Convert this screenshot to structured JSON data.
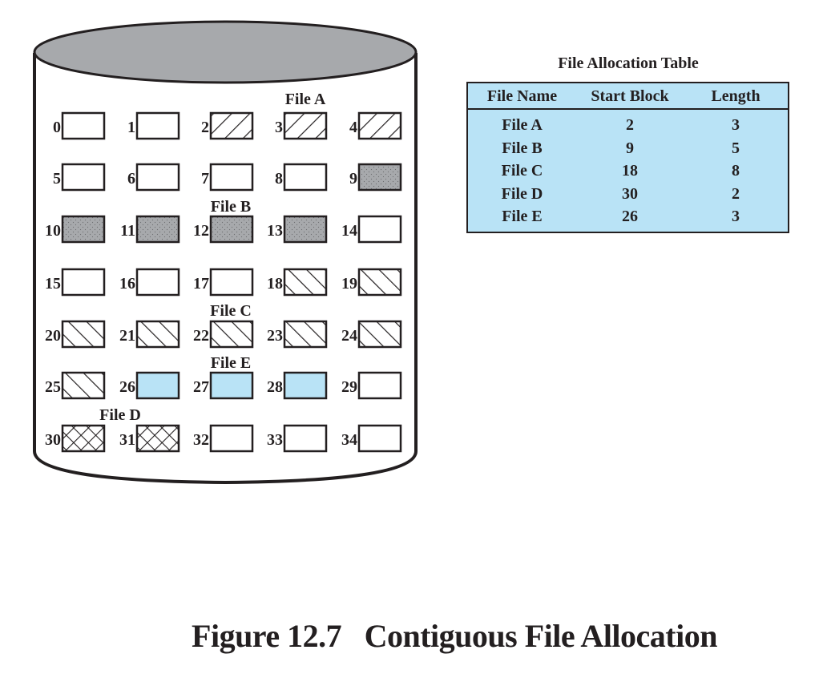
{
  "caption": "Figure 12.7   Contiguous File Allocation",
  "disk": {
    "block_count": 35,
    "columns": 5,
    "files": [
      {
        "name": "File A",
        "start": 2,
        "length": 3,
        "pattern": "hatch-back",
        "label": "File A"
      },
      {
        "name": "File B",
        "start": 9,
        "length": 5,
        "pattern": "dots",
        "label": "File B"
      },
      {
        "name": "File C",
        "start": 18,
        "length": 8,
        "pattern": "hatch-forward",
        "label": "File C"
      },
      {
        "name": "File D",
        "start": 30,
        "length": 2,
        "pattern": "crosshatch",
        "label": "File D"
      },
      {
        "name": "File E",
        "start": 26,
        "length": 3,
        "pattern": "solid-blue",
        "label": "File E"
      }
    ],
    "colors": {
      "platter_top": "#a7a9ac",
      "dots_fill": "#a7a9ac",
      "blue_fill": "#b9e3f6",
      "stroke": "#231f20"
    }
  },
  "fat": {
    "title": "File Allocation Table",
    "headers": [
      "File Name",
      "Start Block",
      "Length"
    ],
    "rows": [
      [
        "File A",
        "2",
        "3"
      ],
      [
        "File B",
        "9",
        "5"
      ],
      [
        "File C",
        "18",
        "8"
      ],
      [
        "File D",
        "30",
        "2"
      ],
      [
        "File E",
        "26",
        "3"
      ]
    ],
    "fill": "#b9e3f6"
  }
}
